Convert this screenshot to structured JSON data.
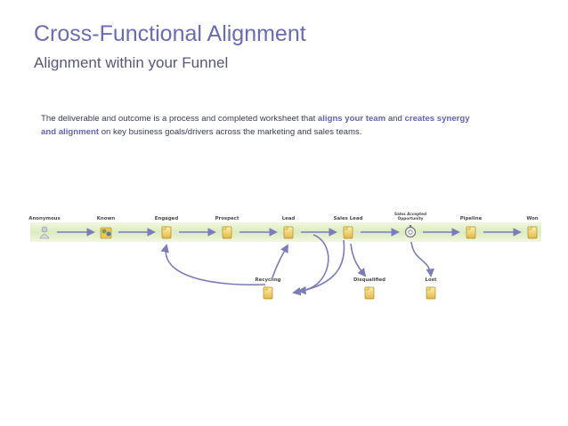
{
  "header": {
    "title": "Cross-Functional Alignment",
    "subtitle": "Alignment within your Funnel"
  },
  "description": {
    "part1": "The deliverable and outcome is a process and completed worksheet that ",
    "highlight1": "aligns your team",
    "part2": " and ",
    "highlight2": "creates synergy and alignment",
    "part3": " on key business goals/drivers across the marketing and sales teams.",
    "highlight_color": "#6364b0"
  },
  "diagram": {
    "stages": [
      {
        "label": "Anonymous",
        "icon": "person-icon"
      },
      {
        "label": "Known",
        "icon": "people-icon"
      },
      {
        "label": "Engaged",
        "icon": "folder-icon"
      },
      {
        "label": "Prospect",
        "icon": "folder-icon"
      },
      {
        "label": "Lead",
        "icon": "folder-icon"
      },
      {
        "label": "Sales Lead",
        "icon": "folder-icon"
      },
      {
        "label": "Sales Accepted Opportunity",
        "icon": "gear-icon"
      },
      {
        "label": "Pipeline",
        "icon": "folder-icon"
      },
      {
        "label": "Won",
        "icon": "folder-icon"
      }
    ],
    "outcomes": [
      {
        "label": "Recycling",
        "icon": "folder-icon"
      },
      {
        "label": "Disqualified",
        "icon": "folder-icon"
      },
      {
        "label": "Lost",
        "icon": "folder-icon"
      }
    ],
    "band_color": "#e4f0cc",
    "arrow_color": "#7c7cb8"
  }
}
